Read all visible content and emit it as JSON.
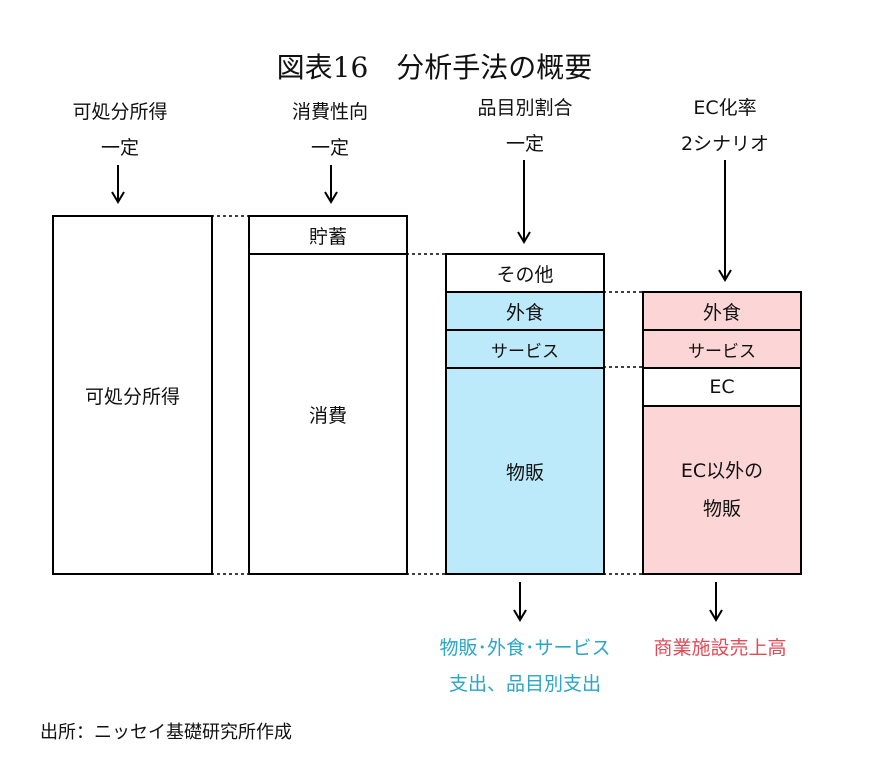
{
  "title": "図表16　分析手法の概要",
  "headers": {
    "disposable": {
      "line1": "可処分所得",
      "line2": "一定"
    },
    "propensity": {
      "line1": "消費性向",
      "line2": "一定"
    },
    "item_ratio": {
      "line1": "品目別割合",
      "line2": "一定"
    },
    "ec_rate": {
      "line1": "EC化率",
      "line2": "2シナリオ"
    }
  },
  "columns": {
    "income": {
      "label": "可処分所得"
    },
    "consumption": {
      "savings": "貯蓄",
      "spending": "消費"
    },
    "items": {
      "other": "その他",
      "dining": "外食",
      "service": "サービス",
      "goods": "物販"
    },
    "ec": {
      "dining": "外食",
      "service": "サービス",
      "ec": "EC",
      "non_ec_goods": "EC以外の\n物販"
    }
  },
  "outputs": {
    "left": {
      "line1": "物販･外食･サービス",
      "line2": "支出、品目別支出"
    },
    "right": {
      "line1": "商業施設売上高"
    }
  },
  "source": "出所：ニッセイ基礎研究所作成",
  "colors": {
    "blue_fill": "#bdeafa",
    "pink_fill": "#fcd6d6",
    "blue_text": "#2aa6c6",
    "red_text": "#e14b57"
  }
}
